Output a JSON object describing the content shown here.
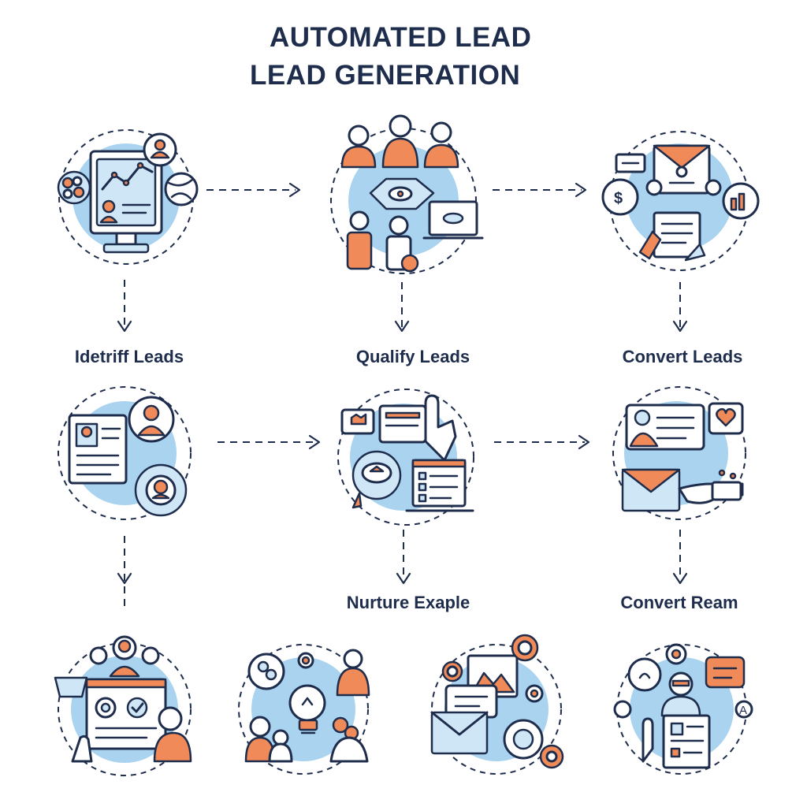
{
  "title": {
    "line1": "AUTOMATED LEAD",
    "line2": "LEAD GENERATION"
  },
  "steps": [
    {
      "label": "Idetriff Leads",
      "icon": "monitor-analytics-icon"
    },
    {
      "label": "Qualify Leads",
      "icon": "team-handshake-icon"
    },
    {
      "label": "Convert Leads",
      "icon": "workflow-document-icon"
    },
    {
      "label": "Nurture Exaple",
      "icon": "checklist-laptop-icon"
    },
    {
      "label": "Convert Ream",
      "icon": "message-envelope-icon"
    }
  ],
  "icons": {
    "row2_left": "profile-gear-icon",
    "row3": [
      "dashboard-team-icon",
      "lightbulb-team-icon",
      "email-image-icon",
      "presenter-chat-icon"
    ]
  },
  "colors": {
    "ink": "#1f2d4d",
    "accent": "#f08a58",
    "blue": "#a9d3ef",
    "background": "#ffffff"
  }
}
